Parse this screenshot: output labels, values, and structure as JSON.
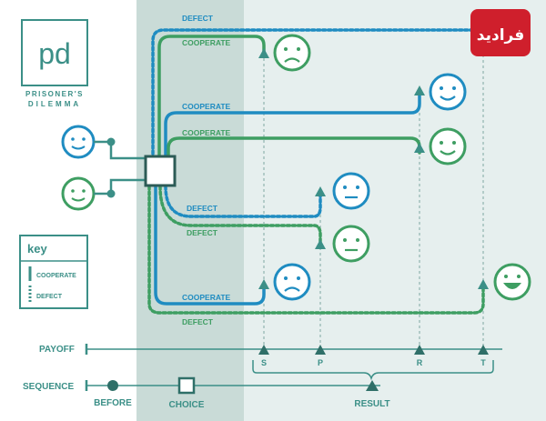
{
  "brand": {
    "monogram": "pd",
    "title_line1": "PRISONER'S",
    "title_line2": "DILEMMA"
  },
  "colors": {
    "green": "#3e9e62",
    "blue": "#1f8cc1",
    "teal": "#3b8f87",
    "choice_band": "#c9dbd7",
    "result_band": "#e6efee",
    "watermark": "#cf1f2c"
  },
  "key": {
    "title": "key",
    "cooperate": "COOPERATE",
    "defect": "DEFECT"
  },
  "paths": {
    "blue_defect_top": "DEFECT",
    "green_cooperate_top": "COOPERATE",
    "blue_cooperate_mid": "COOPERATE",
    "green_cooperate_mid": "COOPERATE",
    "blue_defect_mid": "DEFECT",
    "green_defect_mid": "DEFECT",
    "blue_cooperate_bottom": "COOPERATE",
    "green_defect_bottom": "DEFECT"
  },
  "payoff": {
    "label": "PAYOFF",
    "s": "S",
    "p": "P",
    "r": "R",
    "t": "T"
  },
  "sequence": {
    "label": "SEQUENCE",
    "before": "BEFORE",
    "choice": "CHOICE",
    "result": "RESULT"
  },
  "outcomes": [
    {
      "face": "sad",
      "color": "green"
    },
    {
      "face": "happy",
      "color": "blue"
    },
    {
      "face": "happy",
      "color": "green"
    },
    {
      "face": "neutral",
      "color": "blue"
    },
    {
      "face": "neutral",
      "color": "green"
    },
    {
      "face": "sad",
      "color": "blue"
    },
    {
      "face": "grin",
      "color": "green"
    }
  ],
  "watermark": {
    "text": "فرادید"
  }
}
